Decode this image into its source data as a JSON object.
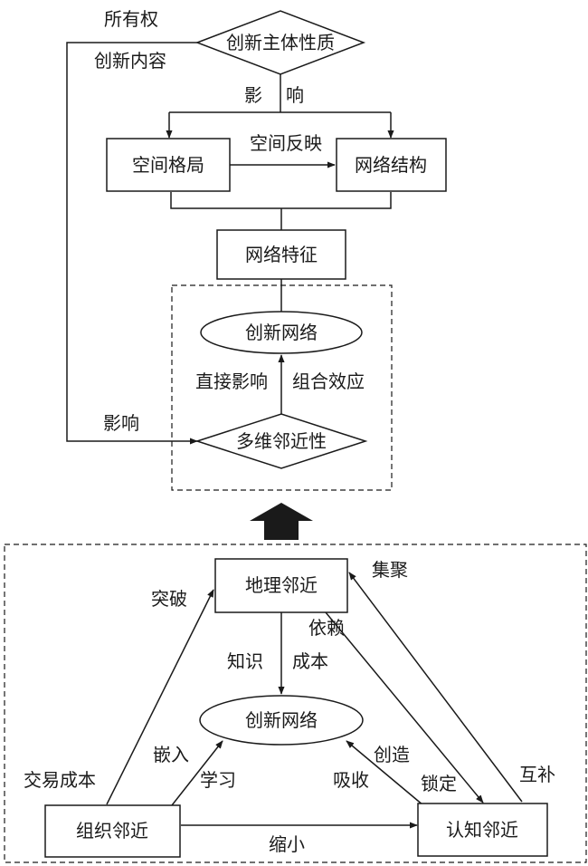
{
  "top": {
    "diamond_nature": "创新主体性质",
    "label_ownership": "所有权",
    "label_content": "创新内容",
    "label_influence_ying": "影",
    "label_influence_xiang": "响",
    "spatial_pattern": "空间格局",
    "spatial_reflection": "空间反映",
    "network_structure": "网络结构",
    "network_features": "网络特征",
    "innovation_network": "创新网络",
    "direct_influence": "直接影响",
    "combined_effect": "组合效应",
    "left_influence": "影响",
    "multi_proximity": "多维邻近性"
  },
  "bottom": {
    "geo_proximity": "地理邻近",
    "breakthrough": "突破",
    "agglomeration": "集聚",
    "dependence": "依赖",
    "knowledge": "知识",
    "cost": "成本",
    "innovation_network": "创新网络",
    "embed": "嵌入",
    "create": "创造",
    "transaction_cost": "交易成本",
    "learn": "学习",
    "absorb": "吸收",
    "lock_in": "锁定",
    "complement": "互补",
    "org_proximity": "组织邻近",
    "cognitive_proximity": "认知邻近",
    "shrink": "缩小"
  }
}
